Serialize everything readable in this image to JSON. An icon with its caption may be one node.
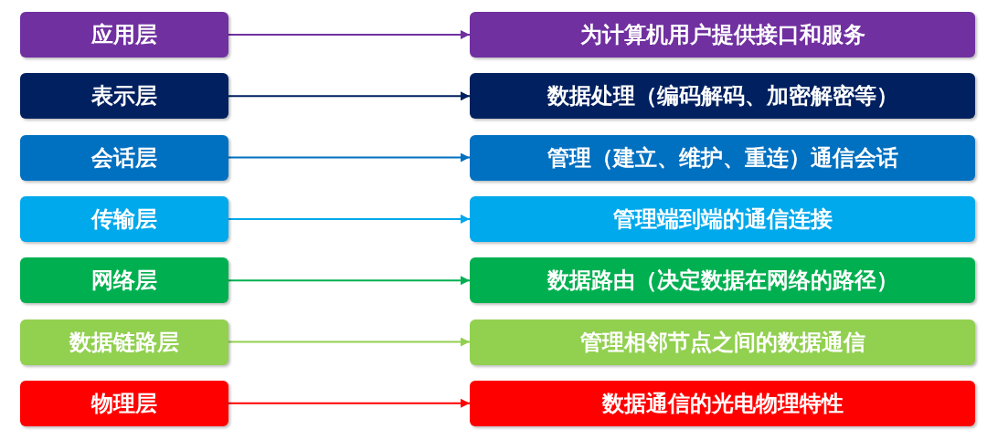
{
  "diagram": {
    "nodes": [
      {
        "text": [
          "应用层"
        ]
      },
      {
        "text": [
          "为计算机用户提供接口和服务"
        ]
      },
      {
        "text": [
          "表示层"
        ]
      },
      {
        "text": [
          "数据处理（编码解码、加密解密等）"
        ]
      },
      {
        "text": [
          "会话层"
        ]
      },
      {
        "text": [
          "管理（建立、维护、重连）通信会话"
        ]
      },
      {
        "text": [
          "传输层"
        ]
      },
      {
        "text": [
          "管理端到端的通信连接"
        ]
      },
      {
        "text": [
          "网络层"
        ]
      },
      {
        "text": [
          "数据路由（决定数据在网络的路径）"
        ]
      },
      {
        "text": [
          "数据链路层"
        ]
      },
      {
        "text": [
          "管理相邻节点之间的数据通信"
        ]
      },
      {
        "text": [
          "物理层"
        ]
      },
      {
        "text": [
          "数据通信的光电物理特性"
        ]
      }
    ],
    "edges": [
      {
        "from": 0,
        "to": 1,
        "arrow": "to",
        "color": "#7030a0"
      },
      {
        "from": 2,
        "to": 3,
        "arrow": "to",
        "color": "#002060"
      },
      {
        "from": 4,
        "to": 5,
        "arrow": "to",
        "color": "#0070c0"
      },
      {
        "from": 6,
        "to": 7,
        "arrow": "to",
        "color": "#00a8ec"
      },
      {
        "from": 8,
        "to": 9,
        "arrow": "to",
        "color": "#00b050"
      },
      {
        "from": 10,
        "to": 11,
        "arrow": "to",
        "color": "#92d050"
      },
      {
        "from": 12,
        "to": 13,
        "arrow": "to",
        "color": "#ff0000"
      }
    ]
  }
}
